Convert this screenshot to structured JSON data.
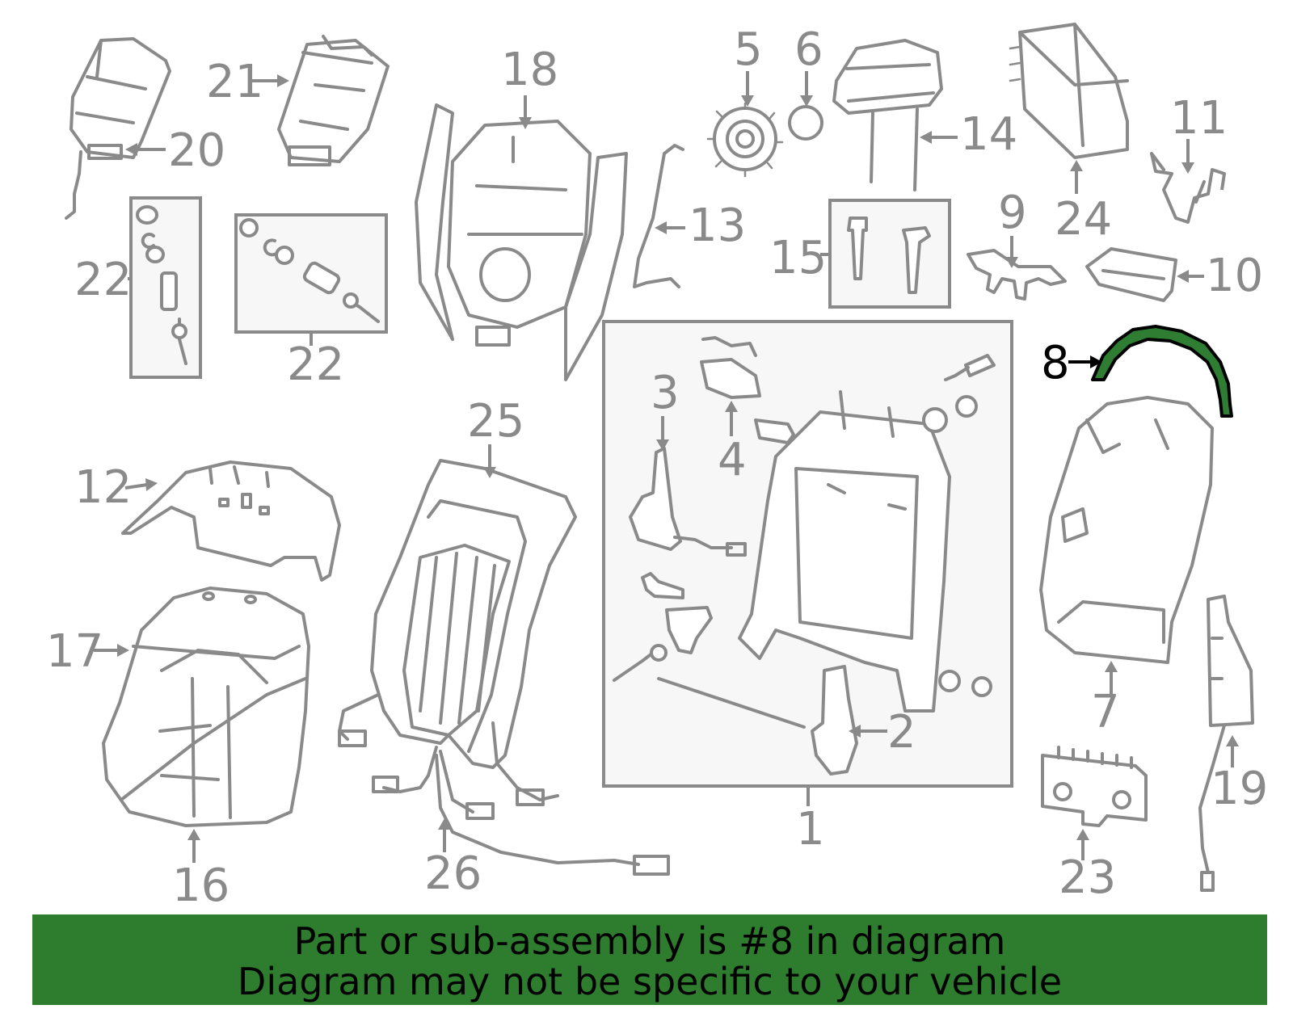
{
  "callouts": {
    "c1": "1",
    "c2": "2",
    "c3": "3",
    "c4": "4",
    "c5": "5",
    "c6": "6",
    "c7": "7",
    "c8": "8",
    "c9": "9",
    "c10": "10",
    "c11": "11",
    "c12": "12",
    "c13": "13",
    "c14": "14",
    "c15": "15",
    "c16": "16",
    "c17": "17",
    "c18": "18",
    "c19": "19",
    "c20": "20",
    "c21": "21",
    "c22a": "22",
    "c22b": "22",
    "c23": "23",
    "c24": "24",
    "c25": "25",
    "c26": "26"
  },
  "banner": {
    "line1": "Part or sub-assembly is #8 in diagram",
    "line2": "Diagram may not be specific to your vehicle"
  },
  "colors": {
    "highlight": "#2e7d32",
    "banner": "#2e7d2e",
    "line": "#8a8a8a"
  }
}
